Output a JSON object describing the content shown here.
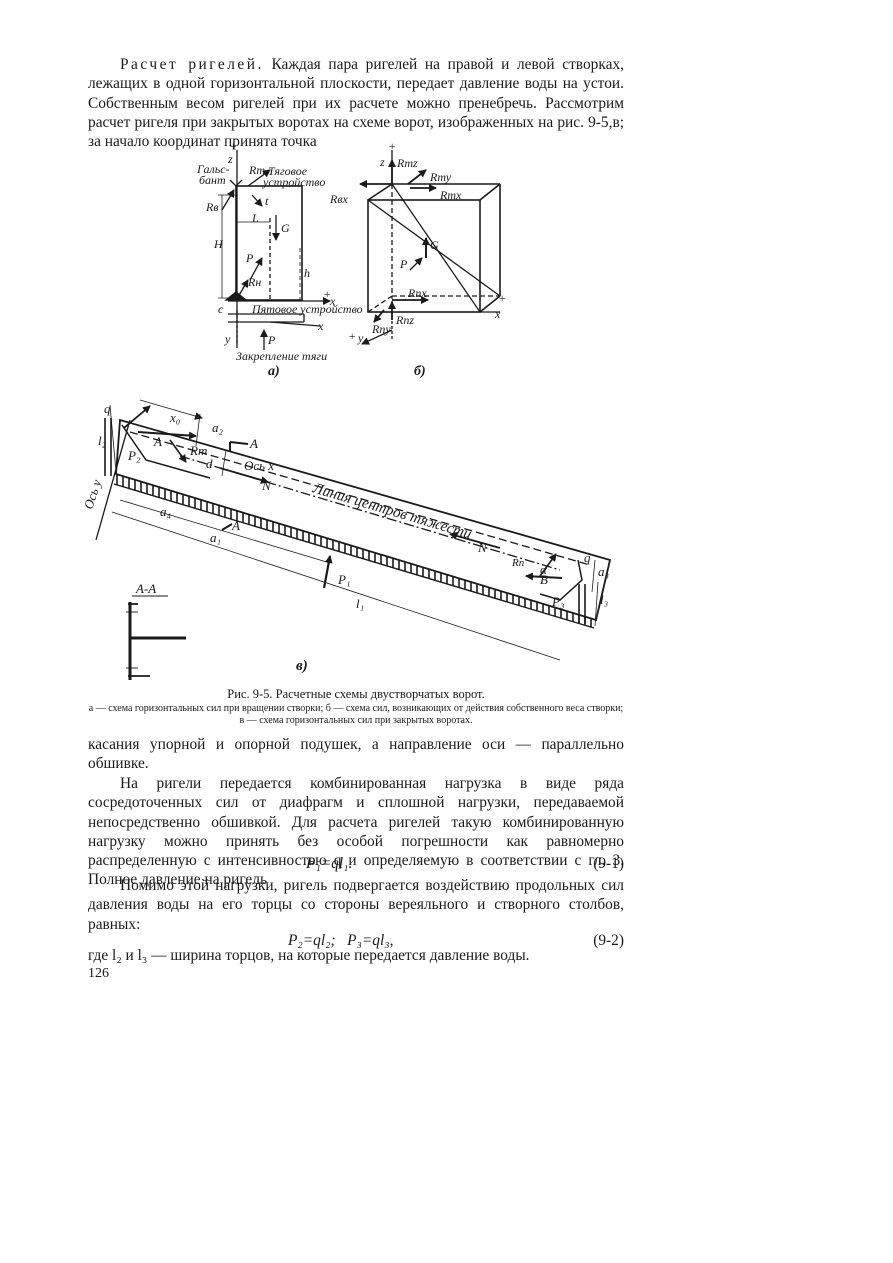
{
  "paragraph_1": {
    "lead": "Расчет ригелей.",
    "text": "Каждая пара ригелей на правой и левой створках, лежащих в одной горизонтальной плоскости, передает давление воды на устои. Собственным весом ригелей при их расчете можно пренебречь. Рассмотрим расчет ригеля при закрытых воротах на схеме ворот, изображенных на рис. 9-5,в; за начало координат принята точка"
  },
  "figure": {
    "sub_a": {
      "label": "а)",
      "z": "z",
      "plus": "+",
      "galsband": "Гальс-",
      "galsband2": "бант",
      "rt": "Rт",
      "pull_device_1": "Тяговое",
      "pull_device_2": "устройство",
      "rb": "Rв",
      "t": "t",
      "l": "L",
      "g": "G",
      "h_big": "H",
      "p": "P",
      "h_small": "h",
      "rn": "Rн",
      "c": "c",
      "heel_device": "Пятовое устройство",
      "x": "x",
      "y": "y",
      "p_bottom": "P",
      "rod_fix": "Закрепление тяги"
    },
    "sub_b": {
      "label": "б)",
      "z": "z",
      "rtz": "Rтz",
      "rty": "Rту",
      "rtx": "Rтх",
      "rex": "Rвх",
      "g": "G",
      "p": "P",
      "rnx": "Rпх",
      "rny": "Rпу",
      "rnz": "Rпz",
      "x": "x",
      "y": "y"
    },
    "sub_c": {
      "label": "в)",
      "q_left": "q",
      "l2": "l₂",
      "x0": "x₀",
      "a2": "a₂",
      "a_section_top": "А",
      "a_force": "A",
      "rt": "Rт",
      "p2": "P₂",
      "d": "d",
      "axis_x": "Ось x",
      "n_top": "N",
      "axis_y": "Ось y",
      "center_line": "Линия центров тяжести",
      "a4": "a₄",
      "a_section_bottom": "А",
      "a1": "a₁",
      "p1": "P₁",
      "l1": "l₁",
      "n_right": "N",
      "rn": "Rп",
      "alpha": "α",
      "b_force": "B",
      "q_right": "q",
      "a3": "a₃",
      "p3": "P₃",
      "l3": "l₃",
      "section_label": "А-А"
    },
    "title": "Рис. 9-5. Расчетные схемы двустворчатых ворот.",
    "caption": "а — схема горизонтальных сил при вращении створки; б — схема сил, возникающих от действия собственного веса створки; в — схема горизонтальных сил при закрытых воротах."
  },
  "paragraph_2": "касания упорной и опорной подушек, а направление оси — параллельно обшивке.",
  "paragraph_3": "На ригели передается комбинированная нагрузка в виде ряда сосредоточенных сил от диафрагм и сплошной нагрузки, передаваемой непосредственно обшивкой. Для расчета ригелей такую комбинированную нагрузку можно принять без особой погрешности как равномерно распределенную с интенсивностью q и определяемую в соответствии с гл. 3. Полное давление на ригель",
  "formula_1": {
    "expr": "P₁=ql₁.",
    "number": "(9-1)"
  },
  "paragraph_4": "Помимо этой нагрузки, ригель подвергается воздействию продольных сил давления воды на его торцы со стороны вереяльного и створного столбов, равных:",
  "formula_2": {
    "expr": "P₂=ql₂;   P₃=ql₃,",
    "number": "(9-2)"
  },
  "paragraph_5": "где l₂ и l₃ — ширина торцов, на которые передается давление воды.",
  "page_number": "126"
}
